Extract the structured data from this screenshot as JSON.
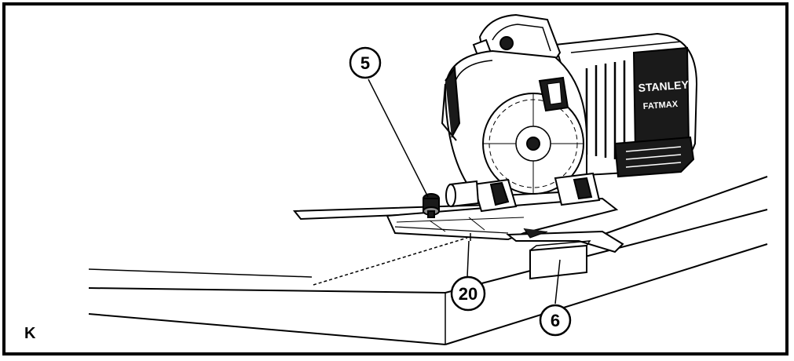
{
  "figure": {
    "panel_letter": "K",
    "brand_primary": "STANLEY",
    "brand_secondary": "FATMAX",
    "callouts": [
      {
        "id": "callout-5",
        "label": "5"
      },
      {
        "id": "callout-20",
        "label": "20"
      },
      {
        "id": "callout-6",
        "label": "6"
      }
    ]
  },
  "colors": {
    "line": "#000000",
    "fill_dark": "#1a1a1a",
    "fill_mid": "#8c8c8c",
    "fill_light": "#ffffff"
  },
  "icons": [
    "circular-saw-icon",
    "rip-fence-icon",
    "bevel-knob-icon",
    "cut-line-guide-icon"
  ]
}
